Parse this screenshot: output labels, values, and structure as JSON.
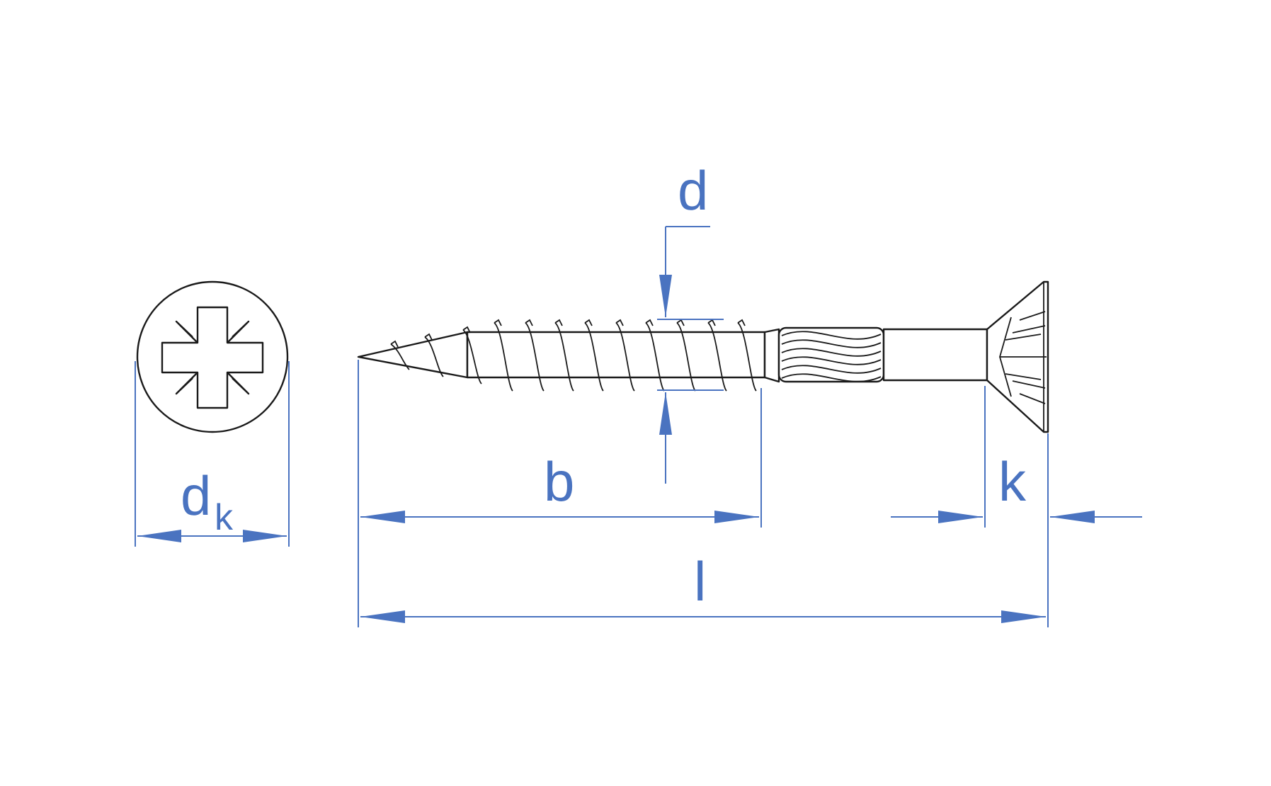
{
  "labels": {
    "head_diameter_main": "d",
    "head_diameter_sub": "k",
    "thread_diameter": "d",
    "thread_length": "b",
    "total_length": "l",
    "head_height": "k"
  },
  "colors": {
    "dimension": "#4a73c0",
    "outline": "#1a1a1a"
  },
  "icons": {
    "drive": "pozidriv-cross-icon"
  }
}
